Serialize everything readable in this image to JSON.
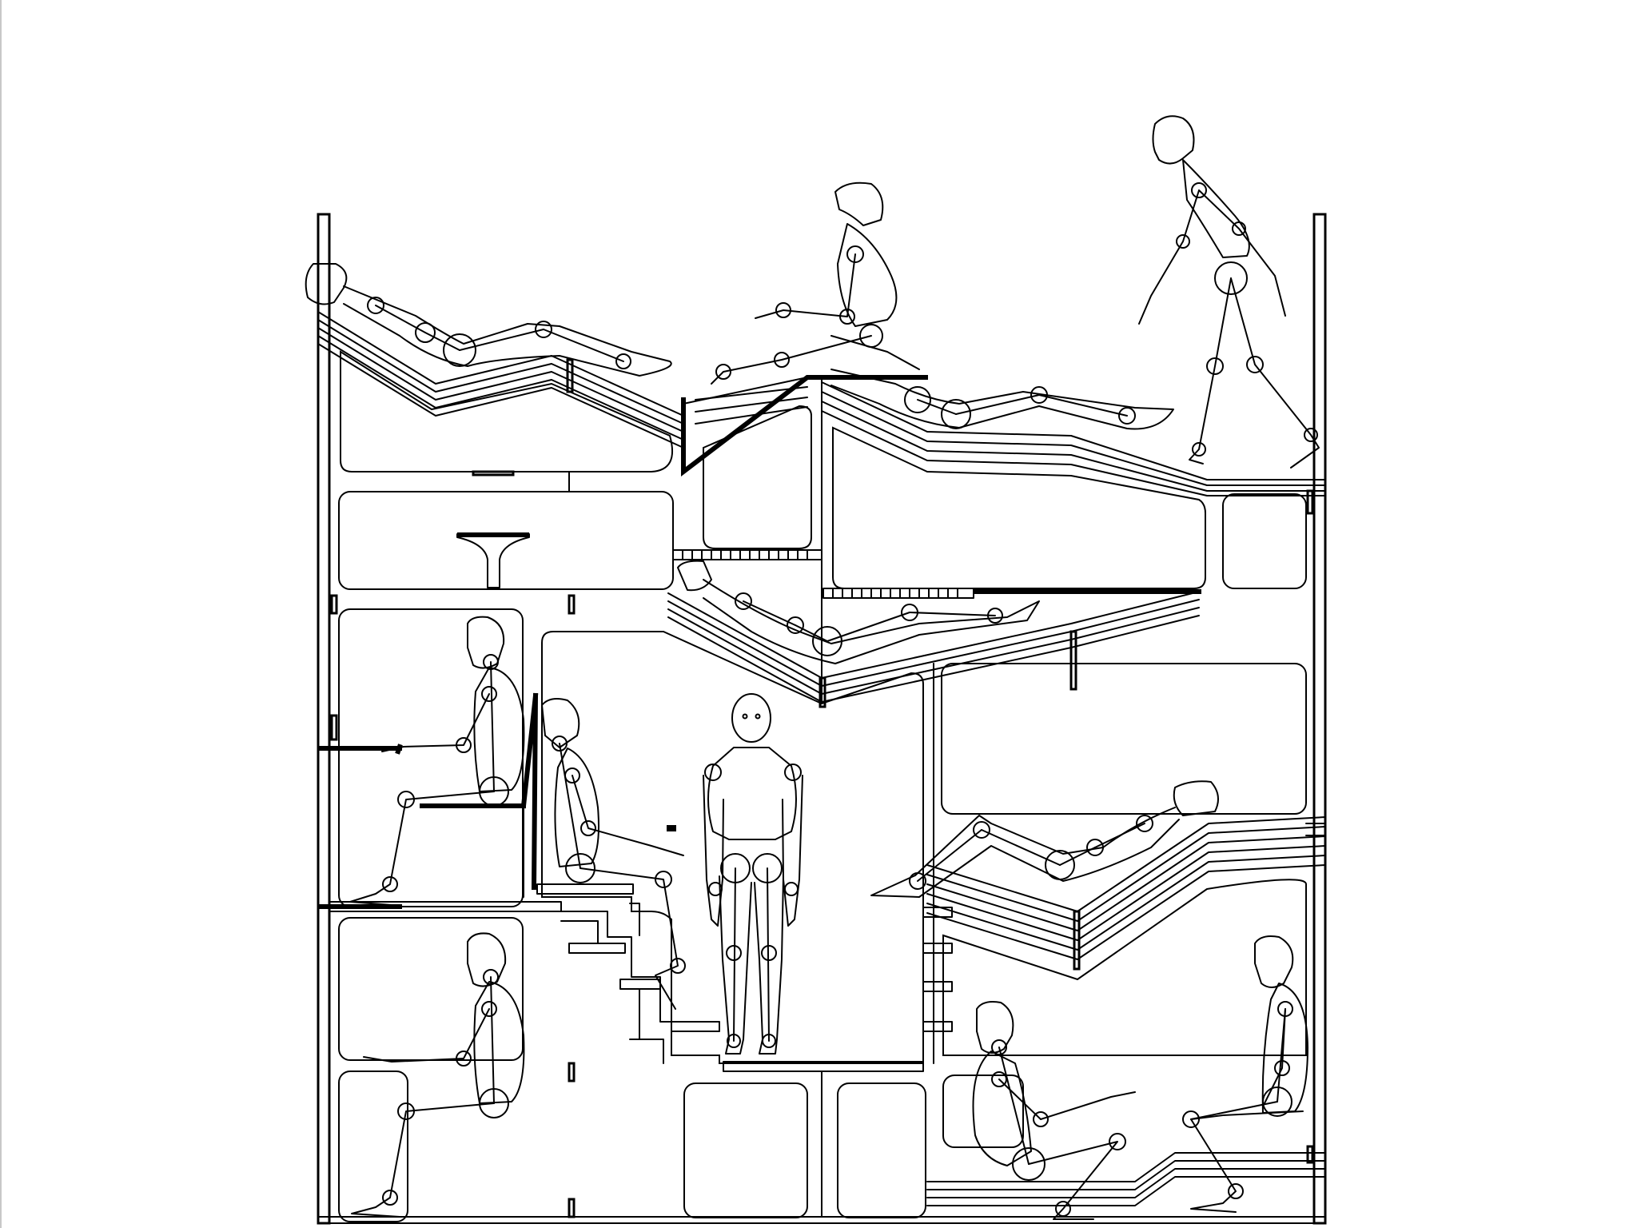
{
  "drawing": {
    "line_color": "#000000",
    "background": "#ffffff",
    "figures": [
      {
        "id": "reclining-top-left",
        "pose": "reclining"
      },
      {
        "id": "sitting-up-top-center",
        "pose": "sitting-up"
      },
      {
        "id": "reclining-top-center",
        "pose": "reclining"
      },
      {
        "id": "walking-top-right",
        "pose": "walking"
      },
      {
        "id": "reclining-mid-center",
        "pose": "reclining"
      },
      {
        "id": "seated-desk-left",
        "pose": "seated"
      },
      {
        "id": "seated-middle",
        "pose": "seated"
      },
      {
        "id": "standing-front-center",
        "pose": "standing"
      },
      {
        "id": "reclining-right",
        "pose": "reclining"
      },
      {
        "id": "seated-bottom-left",
        "pose": "seated"
      },
      {
        "id": "seated-bottom-right-a",
        "pose": "seated"
      },
      {
        "id": "seated-bottom-right-b",
        "pose": "seated"
      }
    ]
  }
}
